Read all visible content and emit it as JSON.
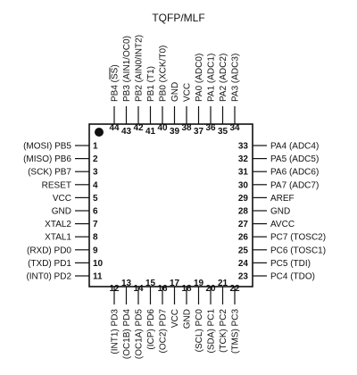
{
  "title": "TQFP/MLF",
  "colors": {
    "ink": "#111111",
    "background": "#ffffff"
  },
  "pins": {
    "left": [
      {
        "num": "1",
        "name": "(MOSI) PB5"
      },
      {
        "num": "2",
        "name": "(MISO) PB6"
      },
      {
        "num": "3",
        "name": "(SCK) PB7"
      },
      {
        "num": "4",
        "name": "RESET"
      },
      {
        "num": "5",
        "name": "VCC"
      },
      {
        "num": "6",
        "name": "GND"
      },
      {
        "num": "7",
        "name": "XTAL2"
      },
      {
        "num": "8",
        "name": "XTAL1"
      },
      {
        "num": "9",
        "name": "(RXD) PD0"
      },
      {
        "num": "10",
        "name": "(TXD) PD1"
      },
      {
        "num": "11",
        "name": "(INT0) PD2"
      }
    ],
    "bottom": [
      {
        "num": "12",
        "name": "(INT1) PD3"
      },
      {
        "num": "13",
        "name": "(OC1B) PD4"
      },
      {
        "num": "14",
        "name": "(OC1A) PD5"
      },
      {
        "num": "15",
        "name": "(ICP) PD6"
      },
      {
        "num": "16",
        "name": "(OC2) PD7"
      },
      {
        "num": "17",
        "name": "VCC"
      },
      {
        "num": "18",
        "name": "GND"
      },
      {
        "num": "19",
        "name": "(SCL) PC0"
      },
      {
        "num": "20",
        "name": "(SDA) PC1"
      },
      {
        "num": "21",
        "name": "(TCK) PC2"
      },
      {
        "num": "22",
        "name": "(TMS) PC3"
      }
    ],
    "right": [
      {
        "num": "23",
        "name": "PC4 (TDO)"
      },
      {
        "num": "24",
        "name": "PC5 (TDI)"
      },
      {
        "num": "25",
        "name": "PC6 (TOSC1)"
      },
      {
        "num": "26",
        "name": "PC7 (TOSC2)"
      },
      {
        "num": "27",
        "name": "AVCC"
      },
      {
        "num": "28",
        "name": "GND"
      },
      {
        "num": "29",
        "name": "AREF"
      },
      {
        "num": "30",
        "name": "PA7 (ADC7)"
      },
      {
        "num": "31",
        "name": "PA6 (ADC6)"
      },
      {
        "num": "32",
        "name": "PA5 (ADC5)"
      },
      {
        "num": "33",
        "name": "PA4 (ADC4)"
      }
    ],
    "top": [
      {
        "num": "34",
        "name": "PA3 (ADC3)"
      },
      {
        "num": "35",
        "name": "PA2 (ADC2)"
      },
      {
        "num": "36",
        "name": "PA1 (ADC1)"
      },
      {
        "num": "37",
        "name": "PA0 (ADC0)"
      },
      {
        "num": "38",
        "name": "VCC"
      },
      {
        "num": "39",
        "name": "GND"
      },
      {
        "num": "40",
        "name": "PB0 (XCK/T0)"
      },
      {
        "num": "41",
        "name": "PB1 (T1)"
      },
      {
        "num": "42",
        "name": "PB2 (AIN0/INT2)"
      },
      {
        "num": "43",
        "name": "PB3 (AIN1/OC0)"
      },
      {
        "num": "44",
        "name": "PB4 (SS)"
      }
    ]
  }
}
